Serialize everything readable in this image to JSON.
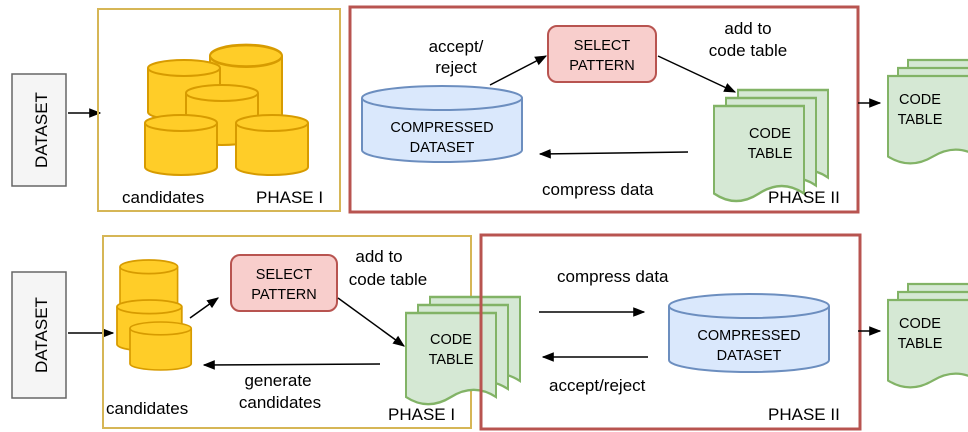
{
  "colors": {
    "phase1_border": "#d6b656",
    "phase2_border": "#b85450",
    "cylinder_fill": "#ffcd28",
    "cylinder_stroke": "#d79b00",
    "select_fill": "#f8cecc",
    "select_stroke": "#b85450",
    "compressed_fill": "#dae8fc",
    "compressed_stroke": "#6c8ebf",
    "codetable_fill": "#d5e8d4",
    "codetable_stroke": "#82b366",
    "dataset_fill": "#f5f5f5",
    "dataset_stroke": "#666666"
  },
  "top": {
    "dataset": "DATASET",
    "candidates": "candidates",
    "phase1": "PHASE I",
    "phase2": "PHASE II",
    "accept_reject_1": "accept/",
    "accept_reject_2": "reject",
    "select_1": "SELECT",
    "select_2": "PATTERN",
    "add_1": "add to",
    "add_2": "code table",
    "compressed_1": "COMPRESSED",
    "compressed_2": "DATASET",
    "codetable_1": "CODE",
    "codetable_2": "TABLE",
    "compress_data": "compress data",
    "out_code_1": "CODE",
    "out_code_2": "TABLE"
  },
  "bottom": {
    "dataset": "DATASET",
    "candidates": "candidates",
    "phase1": "PHASE I",
    "phase2": "PHASE II",
    "select_1": "SELECT",
    "select_2": "PATTERN",
    "add_1": "add to",
    "add_2": "code table",
    "generate_1": "generate",
    "generate_2": "candidates",
    "codetable_1": "CODE",
    "codetable_2": "TABLE",
    "compress_data": "compress data",
    "compressed_1": "COMPRESSED",
    "compressed_2": "DATASET",
    "accept_reject": "accept/reject",
    "out_code_1": "CODE",
    "out_code_2": "TABLE"
  }
}
